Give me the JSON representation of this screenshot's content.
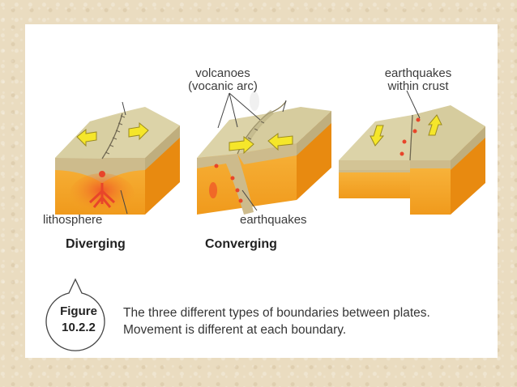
{
  "labels": {
    "volcanoes": "volcanoes",
    "volcanic_arc": "(vocanic arc)",
    "earthquakes_within": "earthquakes",
    "within_crust": "within crust",
    "lithosphere": "lithosphere",
    "earthquakes": "earthquakes"
  },
  "boundary_types": {
    "diverging": "Diverging",
    "converging": "Converging"
  },
  "figure": {
    "label": "Figure",
    "number": "10.2.2"
  },
  "caption": {
    "line1": "The three different types of boundaries between plates.",
    "line2": "Movement is different at each boundary."
  },
  "colors": {
    "crust_top": "#d9cfa0",
    "crust_side": "#cdb98a",
    "mantle": "#f5a623",
    "arrow": "#f5e62a",
    "magma": "#e8452a"
  }
}
